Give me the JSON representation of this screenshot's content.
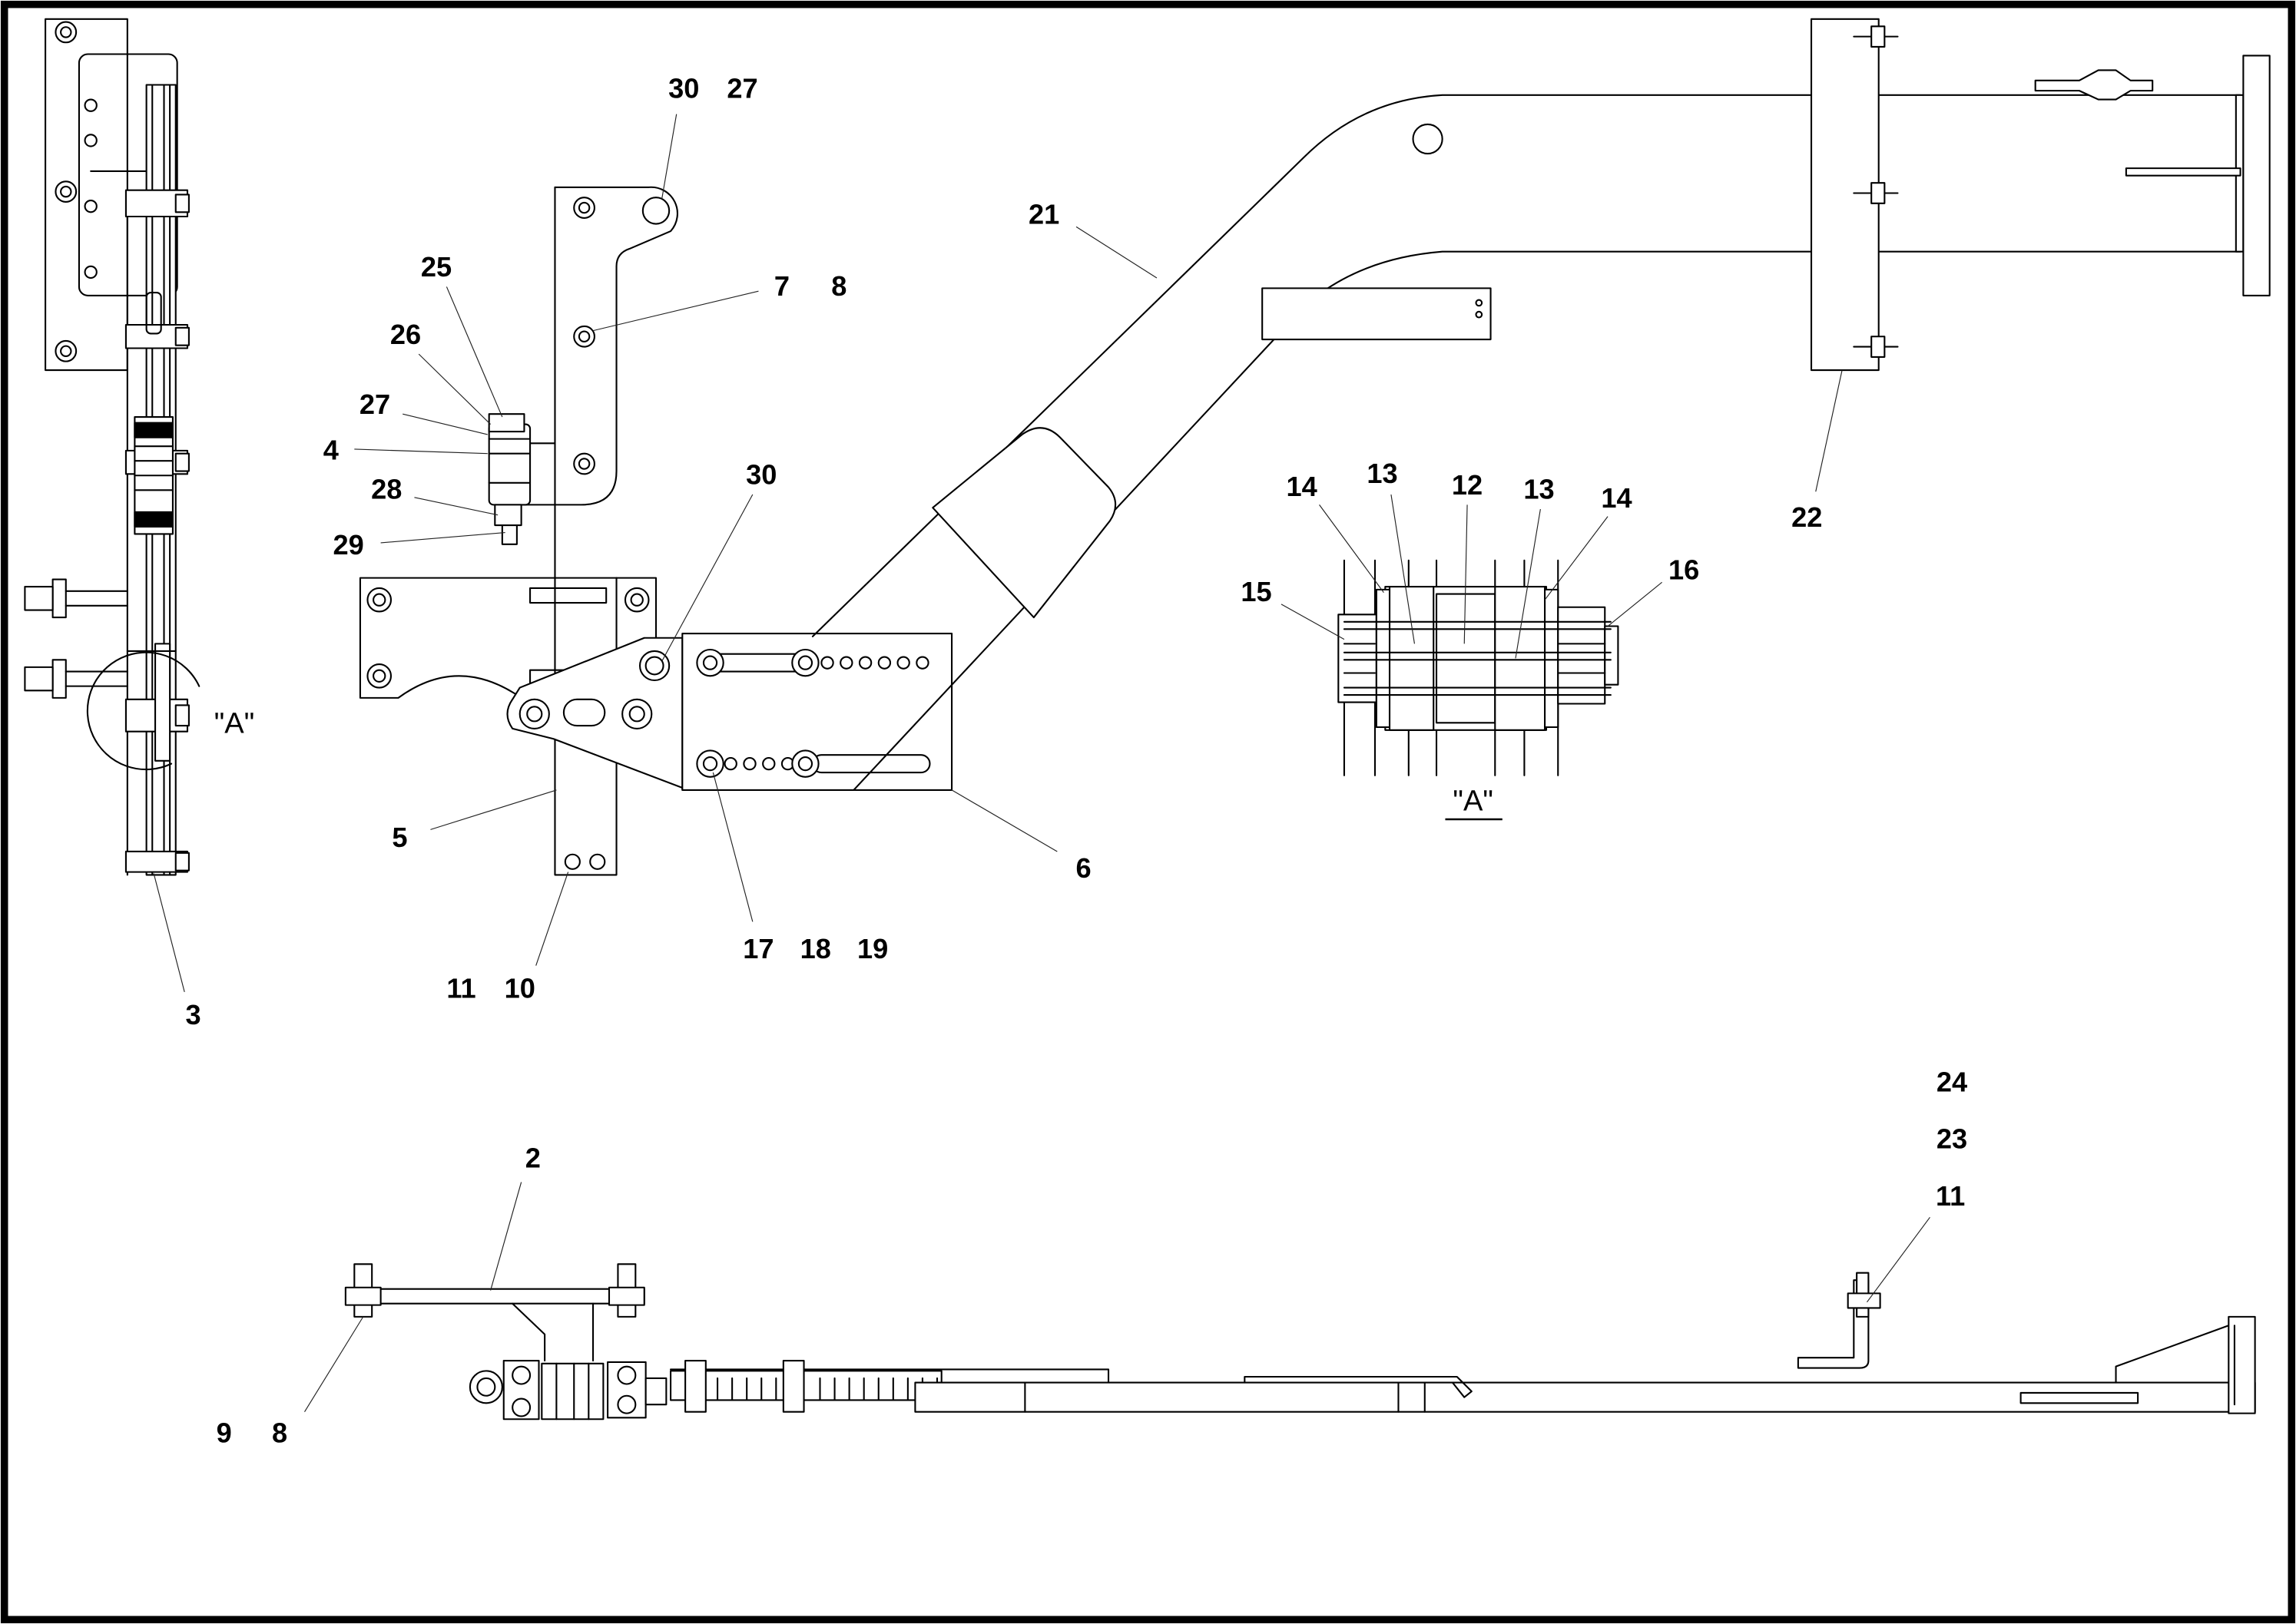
{
  "side_view": {
    "detail_marker": "\"A\"",
    "labels": [
      "3"
    ]
  },
  "middle_view": {
    "labels": [
      "30",
      "27",
      "25",
      "26",
      "27",
      "4",
      "28",
      "29",
      "7",
      "8",
      "30",
      "5",
      "6",
      "11",
      "10",
      "17",
      "18",
      "19"
    ]
  },
  "arm_view": {
    "labels": [
      "21",
      "22"
    ]
  },
  "detail_a": {
    "title": "\"A\"",
    "labels": [
      "14",
      "13",
      "12",
      "13",
      "14",
      "15",
      "16"
    ]
  },
  "bottom_view": {
    "labels": [
      "2",
      "9",
      "8",
      "24",
      "23",
      "11"
    ]
  }
}
